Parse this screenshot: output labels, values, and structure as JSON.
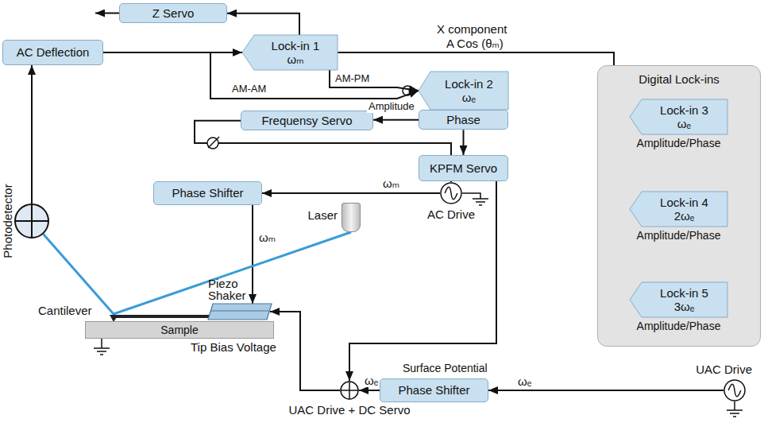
{
  "diagram": {
    "nodes": [
      {
        "text": [
          "Z Servo"
        ]
      },
      {
        "text": [
          "AC Deflection"
        ]
      },
      {
        "text": [
          "Lock-in 1",
          "ωₘ"
        ]
      },
      {
        "text": [
          "Lock-in 2",
          "ωₑ"
        ]
      },
      {
        "text": [
          "Phase"
        ]
      },
      {
        "text": [
          "Frequensy Servo"
        ]
      },
      {
        "text": [
          "KPFM Servo"
        ]
      },
      {
        "text": [
          "Phase Shifter"
        ]
      },
      {
        "text": [
          "AC Drive"
        ]
      },
      {
        "text": [
          "Laser"
        ]
      },
      {
        "text": [
          "Photodetector"
        ]
      },
      {
        "text": [
          "Piezo Shaker"
        ]
      },
      {
        "text": [
          "Sample"
        ]
      },
      {
        "text": [
          "Digital Lock-ins"
        ]
      },
      {
        "text": [
          "Lock-in 3",
          "ωₑ",
          "Amplitude/Phase"
        ],
        "in": 13
      },
      {
        "text": [
          "Lock-in 4",
          "2ωₑ",
          "Amplitude/Phase"
        ],
        "in": 13
      },
      {
        "text": [
          "Lock-in 5",
          "3ωₑ",
          "Amplitude/Phase"
        ],
        "in": 13
      },
      {
        "text": [
          "UAC Drive + DC Servo"
        ]
      },
      {
        "text": [
          "Phase Shifter"
        ]
      },
      {
        "text": [
          "UAC Drive"
        ]
      }
    ],
    "edges": [
      {
        "from": 2,
        "to": 0,
        "arrow": "to"
      },
      {
        "from": 1,
        "to": 2,
        "arrow": "to"
      },
      {
        "from": 10,
        "to": 1,
        "arrow": "to"
      },
      {
        "from": 2,
        "to": 3,
        "label": "AM-PM",
        "arrow": "to"
      },
      {
        "from": 1,
        "to": 3,
        "label": "AM-AM",
        "arrow": "to"
      },
      {
        "from": 2,
        "to": 14,
        "arrow": "to"
      },
      {
        "from": 2,
        "to": 15,
        "arrow": "to"
      },
      {
        "from": 2,
        "to": 16,
        "arrow": "to"
      },
      {
        "from": 4,
        "to": 5,
        "arrow": "to"
      },
      {
        "from": 4,
        "to": 6,
        "arrow": "to"
      },
      {
        "from": 5,
        "to": 8,
        "arrow": "to"
      },
      {
        "from": 8,
        "to": 7,
        "label": "ωₘ",
        "arrow": "to"
      },
      {
        "from": 7,
        "to": 11,
        "label": "ωₘ",
        "arrow": "to"
      },
      {
        "from": 6,
        "to": 17,
        "arrow": "to"
      },
      {
        "from": 19,
        "to": 18,
        "label": "ωₑ",
        "arrow": "to"
      },
      {
        "from": 18,
        "to": 17,
        "label": "ωₑ",
        "arrow": "to"
      },
      {
        "from": 17,
        "to": 11,
        "label": "Tip Bias Voltage",
        "arrow": "to"
      },
      {
        "from": 9,
        "to": 10,
        "arrow": "none"
      }
    ],
    "labels": [
      "X component",
      "A Cos (θₘ)",
      "Amplitude",
      "Cantilever",
      "Surface Potential"
    ]
  }
}
